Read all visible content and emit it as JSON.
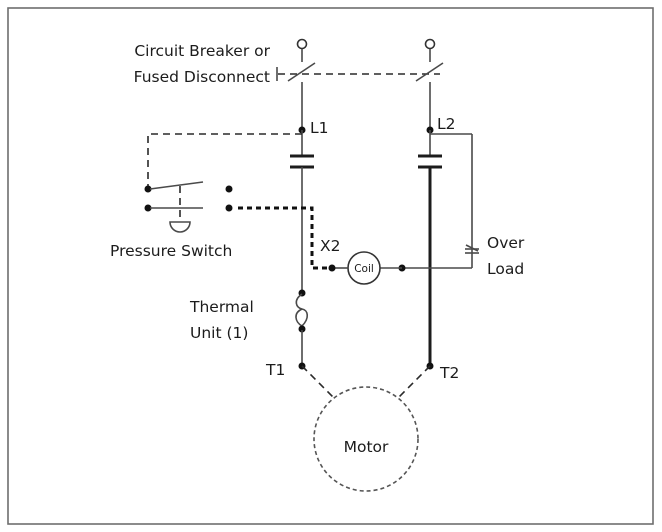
{
  "labels": {
    "breaker_line1": "Circuit Breaker or",
    "breaker_line2": "Fused Disconnect",
    "l1": "L1",
    "l2": "L2",
    "pressure_switch": "Pressure Switch",
    "x2": "X2",
    "coil": "Coil",
    "overload_line1": "Over",
    "overload_line2": "Load",
    "thermal_line1": "Thermal",
    "thermal_line2": "Unit (1)",
    "t1": "T1",
    "t2": "T2",
    "motor": "Motor"
  }
}
